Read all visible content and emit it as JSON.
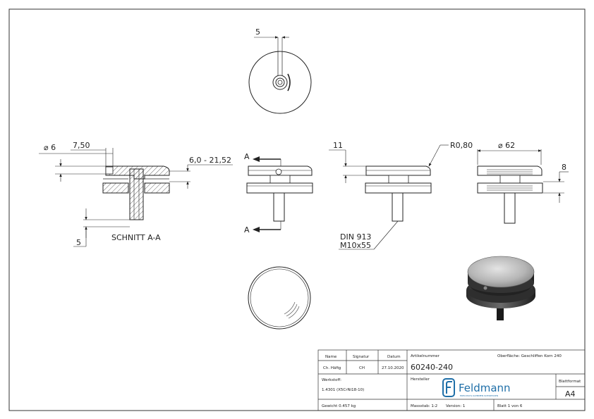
{
  "dimensions": {
    "top_width": "5",
    "diameter_small": "⌀ 6",
    "offset": "7,50",
    "glass_range": "6,0 - 21,52",
    "section_depth": "5",
    "cap_height": "11",
    "radius": "R0,80",
    "diameter_large": "⌀ 62",
    "gap": "8"
  },
  "labels": {
    "section_title": "SCHNITT A-A",
    "section_marker_top": "A",
    "section_marker_bottom": "A",
    "screw_line1": "DIN 913",
    "screw_line2": "M10x55"
  },
  "title_block": {
    "h_name": "Name",
    "h_signatur": "Signatur",
    "h_datum": "Datum",
    "name": "Ch. Häfig",
    "signatur": "CH",
    "datum": "27.10.2020",
    "werkstoff_label": "Werkstoff:",
    "werkstoff": "1.4301 (X5CrNi18-10)",
    "gewicht": "Gewicht 0.457 kg",
    "artikel_label": "Artikelnummer",
    "artikel": "60240-240",
    "oberflaeche": "Oberfläche: Geschliffen Korn 240",
    "hersteller_label": "Hersteller",
    "brand": "Feldmann",
    "brand_tagline": "EDELSTAHL KLEMMEN SCHWEISSEN",
    "blattformat_label": "Blattformat",
    "blattformat": "A4",
    "massstab": "Massstab: 1:2",
    "version": "Version: 1",
    "blatt": "Blatt 1 von 6"
  }
}
